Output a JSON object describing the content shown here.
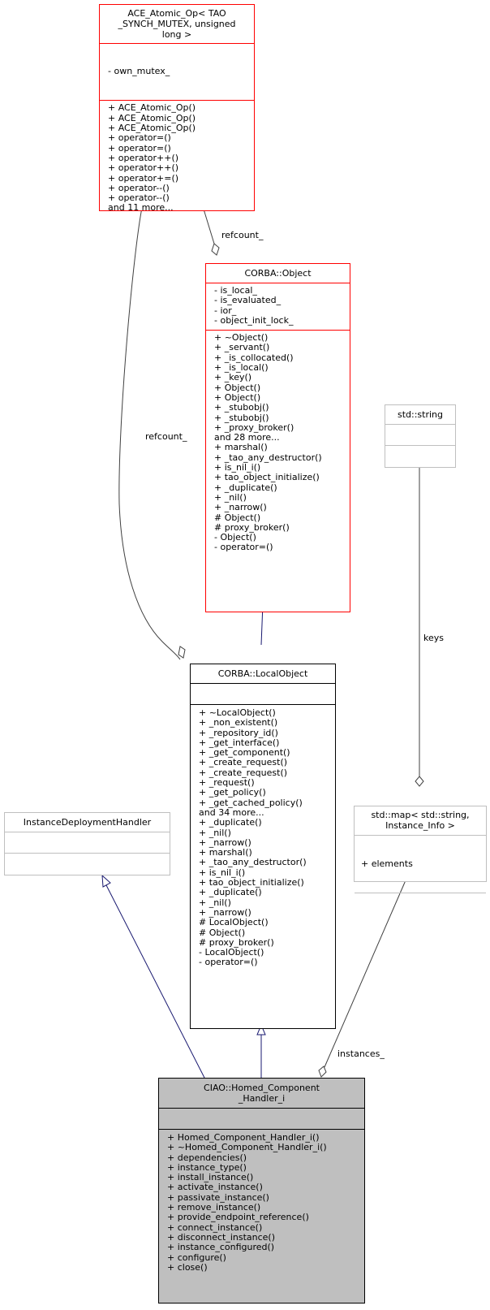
{
  "diagram": {
    "classes": {
      "ace_atomic_op": {
        "title": "ACE_Atomic_Op< TAO _SYNCH_MUTEX, unsigned long >",
        "title_lines": [
          "ACE_Atomic_Op< TAO",
          "_SYNCH_MUTEX, unsigned",
          "long >"
        ],
        "attributes": [
          "- own_mutex_"
        ],
        "methods": [
          "+ ACE_Atomic_Op()",
          "+ ACE_Atomic_Op()",
          "+ ACE_Atomic_Op()",
          "+ operator=()",
          "+ operator=()",
          "+ operator++()",
          "+ operator++()",
          "+ operator+=()",
          "+ operator--()",
          "+ operator--()",
          "and 11 more..."
        ],
        "border_color": "#ff0000"
      },
      "corba_object": {
        "title": "CORBA::Object",
        "title_lines": [
          "CORBA::Object"
        ],
        "attributes": [
          "- is_local_",
          "- is_evaluated_",
          "- ior_",
          "- object_init_lock_"
        ],
        "methods": [
          "+ ~Object()",
          "+ _servant()",
          "+ _is_collocated()",
          "+ _is_local()",
          "+ _key()",
          "+ Object()",
          "+ Object()",
          "+ _stubobj()",
          "+ _stubobj()",
          "+ _proxy_broker()",
          "and 28 more...",
          "+ marshal()",
          "+ _tao_any_destructor()",
          "+ is_nil_i()",
          "+ tao_object_initialize()",
          "+ _duplicate()",
          "+ _nil()",
          "+ _narrow()",
          "# Object()",
          "# proxy_broker()",
          "- Object()",
          "- operator=()"
        ],
        "border_color": "#ff0000"
      },
      "std_string": {
        "title": "std::string",
        "title_lines": [
          "std::string"
        ],
        "attributes": [],
        "methods": [],
        "border_color": "#bfbfbf"
      },
      "corba_localobject": {
        "title": "CORBA::LocalObject",
        "title_lines": [
          "CORBA::LocalObject"
        ],
        "attributes": [],
        "methods": [
          "+ ~LocalObject()",
          "+ _non_existent()",
          "+ _repository_id()",
          "+ _get_interface()",
          "+ _get_component()",
          "+ _create_request()",
          "+ _create_request()",
          "+ _request()",
          "+ _get_policy()",
          "+ _get_cached_policy()",
          "and 34 more...",
          "+ _duplicate()",
          "+ _nil()",
          "+ _narrow()",
          "+ marshal()",
          "+ _tao_any_destructor()",
          "+ is_nil_i()",
          "+ tao_object_initialize()",
          "+ _duplicate()",
          "+ _nil()",
          "+ _narrow()",
          "# LocalObject()",
          "# Object()",
          "# proxy_broker()",
          "- LocalObject()",
          "- operator=()"
        ],
        "border_color": "#000000"
      },
      "instance_deployment_handler": {
        "title": "InstanceDeploymentHandler",
        "title_lines": [
          "InstanceDeploymentHandler"
        ],
        "attributes": [],
        "methods": [],
        "border_color": "#bfbfbf"
      },
      "std_map": {
        "title": "std::map< std::string, Instance_Info >",
        "title_lines": [
          "std::map< std::string,",
          "Instance_Info >"
        ],
        "attributes": [
          "+ elements"
        ],
        "methods": [],
        "border_color": "#bfbfbf"
      },
      "homed_component_handler": {
        "title": "CIAO::Homed_Component_Handler_i",
        "title_lines": [
          "CIAO::Homed_Component",
          "_Handler_i"
        ],
        "attributes": [],
        "methods": [
          "+ Homed_Component_Handler_i()",
          "+ ~Homed_Component_Handler_i()",
          "+ dependencies()",
          "+ instance_type()",
          "+ install_instance()",
          "+ activate_instance()",
          "+ passivate_instance()",
          "+ remove_instance()",
          "+ provide_endpoint_reference()",
          "+ connect_instance()",
          "+ disconnect_instance()",
          "+ instance_configured()",
          "+ configure()",
          "+ close()"
        ],
        "border_color": "#000000",
        "fill_color": "#bfbfbf"
      }
    },
    "edges": [
      {
        "from": "ace_atomic_op",
        "to": "corba_object",
        "type": "composition",
        "label": "refcount_",
        "color": "#404040"
      },
      {
        "from": "ace_atomic_op",
        "to": "corba_localobject",
        "type": "composition",
        "label": "refcount_",
        "color": "#404040"
      },
      {
        "from": "corba_localobject",
        "to": "corba_object",
        "type": "inheritance",
        "label": "",
        "color": "#191970"
      },
      {
        "from": "std_string",
        "to": "std_map",
        "type": "composition",
        "label": "keys",
        "color": "#404040"
      },
      {
        "from": "homed_component_handler",
        "to": "instance_deployment_handler",
        "type": "inheritance",
        "label": "",
        "color": "#191970"
      },
      {
        "from": "homed_component_handler",
        "to": "corba_localobject",
        "type": "inheritance",
        "label": "",
        "color": "#191970"
      },
      {
        "from": "std_map",
        "to": "homed_component_handler",
        "type": "composition",
        "label": "instances_",
        "color": "#404040"
      }
    ]
  }
}
